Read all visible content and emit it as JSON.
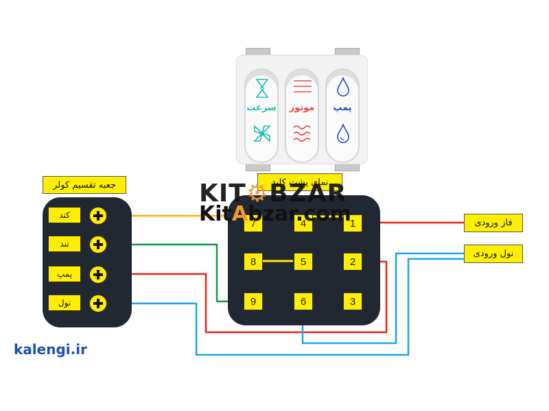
{
  "switch_photo": {
    "buttons": [
      {
        "label": "سرعت",
        "icon": "fan-speed-icon",
        "color": "#1fbfae"
      },
      {
        "label": "موتور",
        "icon": "motor-lines-icon",
        "color": "#f0484a"
      },
      {
        "label": "پمپ",
        "icon": "water-drop-icon",
        "color": "#2848c8"
      }
    ]
  },
  "back_view": {
    "title": "نمای پشت کلید",
    "terminals": [
      {
        "id": "7"
      },
      {
        "id": "4"
      },
      {
        "id": "1"
      },
      {
        "id": "8"
      },
      {
        "id": "5"
      },
      {
        "id": "2"
      },
      {
        "id": "9"
      },
      {
        "id": "6"
      },
      {
        "id": "3"
      }
    ]
  },
  "cooler_box": {
    "title": "جعبه تقسیم کولر",
    "terminals": [
      {
        "label": "کند",
        "wire_color": "#ffb300"
      },
      {
        "label": "تند",
        "wire_color": "#119944"
      },
      {
        "label": "پمپ",
        "wire_color": "#ee2211"
      },
      {
        "label": "نول",
        "wire_color": "#1aa3e8"
      }
    ]
  },
  "inputs": {
    "phase_label": "فاز ورودی",
    "neutral_label": "نول ورودی"
  },
  "watermark": {
    "line1_a": "KIT",
    "line1_b": "BZAR",
    "line2_a": "Kit",
    "line2_accent": "A",
    "line2_b": "bzar.com"
  },
  "brand": {
    "k": "k",
    "text": "alengi.ir"
  },
  "colors": {
    "panel": "#222831",
    "terminal": "#ffee00",
    "phase_wire": "#ee2211",
    "neutral_wire": "#1aa3e8",
    "link_wire": "#ffee00"
  }
}
